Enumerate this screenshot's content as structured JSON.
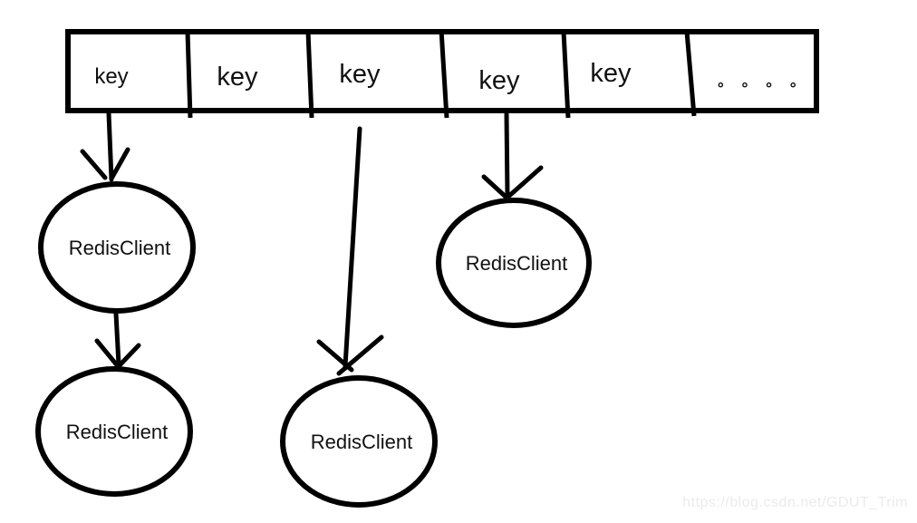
{
  "diagram": {
    "title": "redis key to RedisClient mapping diagram",
    "colors": {
      "background": "#ffffff",
      "stroke": "#000000",
      "text": "#111111",
      "watermark": "#ebebeb"
    },
    "table": {
      "cells": [
        {
          "label": "key"
        },
        {
          "label": "key"
        },
        {
          "label": "key"
        },
        {
          "label": "key"
        },
        {
          "label": "key"
        },
        {
          "label": "∘∘∘∘"
        }
      ]
    },
    "nodes": [
      {
        "label": "RedisClient"
      },
      {
        "label": "RedisClient"
      },
      {
        "label": "RedisClient"
      },
      {
        "label": "RedisClient"
      }
    ],
    "watermark": {
      "text": "https://blog.csdn.net/GDUT_Trim"
    }
  }
}
